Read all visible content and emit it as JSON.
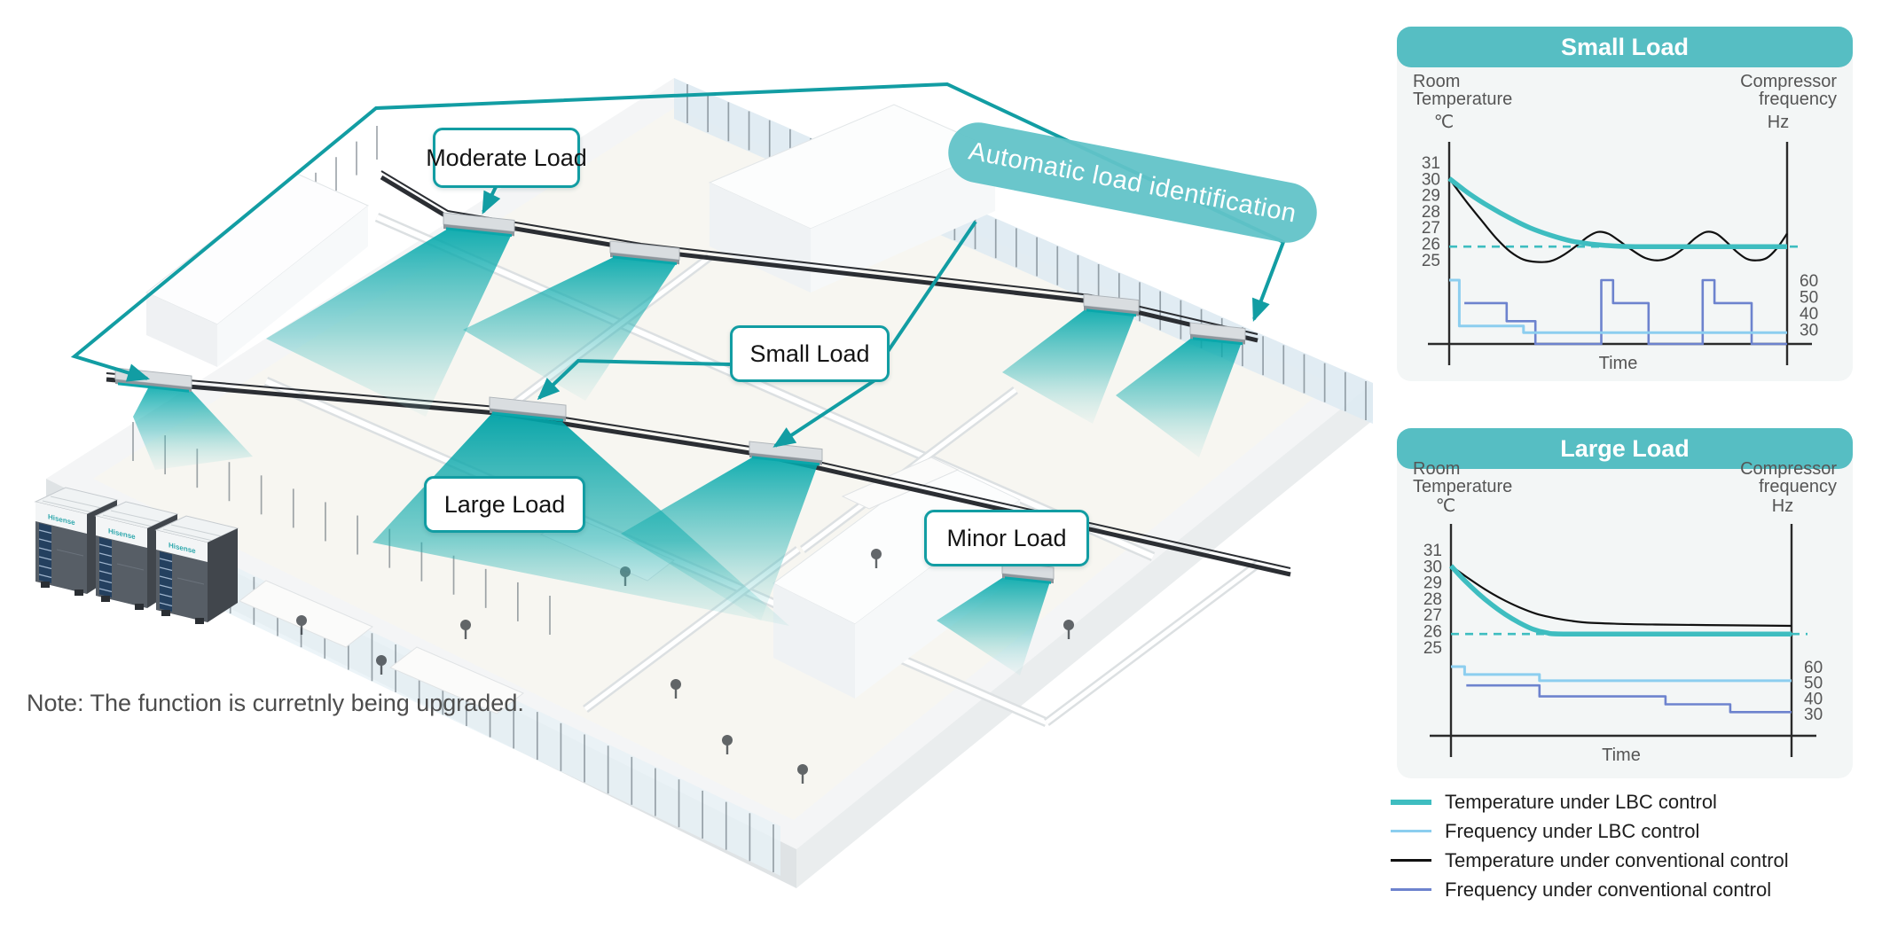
{
  "page": {
    "note": "Note: The function is curretnly being upgraded."
  },
  "diagram": {
    "banner_label": "Automatic load identification",
    "callouts": {
      "moderate": {
        "label": "Moderate Load"
      },
      "small": {
        "label": "Small Load"
      },
      "large": {
        "label": "Large Load"
      },
      "minor": {
        "label": "Minor Load"
      }
    },
    "outdoor_unit_brand": "Hisense"
  },
  "colors": {
    "accent_annotation": "#129DA3",
    "banner_bg": "#5FC1C6",
    "chart_header_bg": "#56BEC3",
    "chart_panel_bg": "#F3F6F6",
    "lbc_temp": "#3EBDC0",
    "lbc_freq": "#8CCEEF",
    "conv_temp": "#111111",
    "conv_freq": "#6D83CE",
    "air_stream": "#00A7AA"
  },
  "chart_data": [
    {
      "type": "line",
      "id": "small-load",
      "title": "Small Load",
      "left_axis": {
        "label_lines": [
          "Room",
          "Temperature"
        ],
        "unit": "℃",
        "ticks": [
          31,
          30,
          29,
          28,
          27,
          26,
          25
        ]
      },
      "right_axis": {
        "label_lines": [
          "Compressor",
          "frequency"
        ],
        "unit": "Hz",
        "ticks": [
          60,
          50,
          40,
          30
        ]
      },
      "x_label": "Time",
      "setpoint_temp": 25.8,
      "temp_axis_range": [
        25,
        31
      ],
      "freq_axis_range": [
        30,
        60
      ],
      "grid": false,
      "series": [
        {
          "name": "Temperature under LBC control",
          "key": "lbc_temp",
          "kind": "smooth",
          "points": [
            [
              0,
              30
            ],
            [
              0.06,
              29.05
            ],
            [
              0.12,
              28.25
            ],
            [
              0.18,
              27.55
            ],
            [
              0.24,
              26.95
            ],
            [
              0.3,
              26.5
            ],
            [
              0.36,
              26.15
            ],
            [
              0.42,
              25.95
            ],
            [
              0.48,
              25.85
            ],
            [
              0.55,
              25.8
            ],
            [
              0.75,
              25.8
            ],
            [
              1,
              25.8
            ]
          ]
        },
        {
          "name": "Temperature under conventional control",
          "key": "conv_temp",
          "kind": "smooth",
          "points": [
            [
              0,
              30
            ],
            [
              0.05,
              28.6
            ],
            [
              0.1,
              27.3
            ],
            [
              0.14,
              26.3
            ],
            [
              0.18,
              25.5
            ],
            [
              0.22,
              25.0
            ],
            [
              0.26,
              24.85
            ],
            [
              0.3,
              24.9
            ],
            [
              0.34,
              25.3
            ],
            [
              0.38,
              25.9
            ],
            [
              0.41,
              26.4
            ],
            [
              0.44,
              26.7
            ],
            [
              0.47,
              26.6
            ],
            [
              0.5,
              26.2
            ],
            [
              0.54,
              25.6
            ],
            [
              0.58,
              25.1
            ],
            [
              0.62,
              24.95
            ],
            [
              0.66,
              25.2
            ],
            [
              0.7,
              25.8
            ],
            [
              0.73,
              26.35
            ],
            [
              0.76,
              26.7
            ],
            [
              0.79,
              26.6
            ],
            [
              0.82,
              26.1
            ],
            [
              0.85,
              25.5
            ],
            [
              0.88,
              25.05
            ],
            [
              0.91,
              24.95
            ],
            [
              0.94,
              25.1
            ],
            [
              0.97,
              25.7
            ],
            [
              1,
              26.6
            ]
          ]
        },
        {
          "name": "Frequency under LBC control",
          "key": "lbc_freq",
          "kind": "step",
          "points": [
            [
              0,
              60
            ],
            [
              0.03,
              60
            ],
            [
              0.03,
              32
            ],
            [
              0.22,
              32
            ],
            [
              0.22,
              28
            ],
            [
              1,
              28
            ]
          ]
        },
        {
          "name": "Frequency under conventional control",
          "key": "conv_freq",
          "kind": "step",
          "points": [
            [
              0.045,
              46
            ],
            [
              0.17,
              46
            ],
            [
              0.17,
              35
            ],
            [
              0.255,
              35
            ],
            [
              0.255,
              0
            ],
            [
              0.45,
              0
            ],
            [
              0.45,
              60
            ],
            [
              0.485,
              60
            ],
            [
              0.485,
              46
            ],
            [
              0.59,
              46
            ],
            [
              0.59,
              0
            ],
            [
              0.75,
              0
            ],
            [
              0.75,
              60
            ],
            [
              0.785,
              60
            ],
            [
              0.785,
              46
            ],
            [
              0.895,
              46
            ],
            [
              0.895,
              0
            ],
            [
              1,
              0
            ]
          ]
        }
      ]
    },
    {
      "type": "line",
      "id": "large-load",
      "title": "Large Load",
      "left_axis": {
        "label_lines": [
          "Room",
          "Temperature"
        ],
        "unit": "℃",
        "ticks": [
          31,
          30,
          29,
          28,
          27,
          26,
          25
        ]
      },
      "right_axis": {
        "label_lines": [
          "Compressor",
          "frequency"
        ],
        "unit": "Hz",
        "ticks": [
          60,
          50,
          40,
          30
        ]
      },
      "x_label": "Time",
      "setpoint_temp": 25.8,
      "temp_axis_range": [
        25,
        31
      ],
      "freq_axis_range": [
        30,
        60
      ],
      "grid": false,
      "series": [
        {
          "name": "Temperature under LBC control",
          "key": "lbc_temp",
          "kind": "smooth",
          "points": [
            [
              0,
              30
            ],
            [
              0.04,
              29.1
            ],
            [
              0.08,
              28.3
            ],
            [
              0.12,
              27.6
            ],
            [
              0.16,
              27.0
            ],
            [
              0.2,
              26.5
            ],
            [
              0.24,
              26.1
            ],
            [
              0.28,
              25.88
            ],
            [
              0.33,
              25.8
            ],
            [
              0.6,
              25.8
            ],
            [
              1,
              25.8
            ]
          ]
        },
        {
          "name": "Temperature under conventional control",
          "key": "conv_temp",
          "kind": "smooth",
          "points": [
            [
              0,
              30
            ],
            [
              0.05,
              29.25
            ],
            [
              0.1,
              28.55
            ],
            [
              0.15,
              27.95
            ],
            [
              0.2,
              27.45
            ],
            [
              0.25,
              27.05
            ],
            [
              0.3,
              26.8
            ],
            [
              0.35,
              26.62
            ],
            [
              0.4,
              26.5
            ],
            [
              0.5,
              26.42
            ],
            [
              0.6,
              26.38
            ],
            [
              0.75,
              26.35
            ],
            [
              1,
              26.3
            ]
          ]
        },
        {
          "name": "Frequency under LBC control",
          "key": "lbc_freq",
          "kind": "step",
          "points": [
            [
              0,
              60
            ],
            [
              0.04,
              60
            ],
            [
              0.04,
              55
            ],
            [
              0.26,
              55
            ],
            [
              0.26,
              51
            ],
            [
              1,
              51
            ]
          ]
        },
        {
          "name": "Frequency under conventional control",
          "key": "conv_freq",
          "kind": "step",
          "points": [
            [
              0.045,
              48
            ],
            [
              0.26,
              48
            ],
            [
              0.26,
              41
            ],
            [
              0.63,
              41
            ],
            [
              0.63,
              36
            ],
            [
              0.82,
              36
            ],
            [
              0.82,
              31
            ],
            [
              1,
              31
            ]
          ]
        }
      ]
    }
  ],
  "legend": {
    "items": [
      {
        "label": "Temperature under LBC control",
        "color_key": "lbc_temp",
        "thickness": 6
      },
      {
        "label": "Frequency under LBC control",
        "color_key": "lbc_freq",
        "thickness": 3.5
      },
      {
        "label": "Temperature under conventional control",
        "color_key": "conv_temp",
        "thickness": 2.5
      },
      {
        "label": "Frequency under conventional control",
        "color_key": "conv_freq",
        "thickness": 3
      }
    ]
  }
}
